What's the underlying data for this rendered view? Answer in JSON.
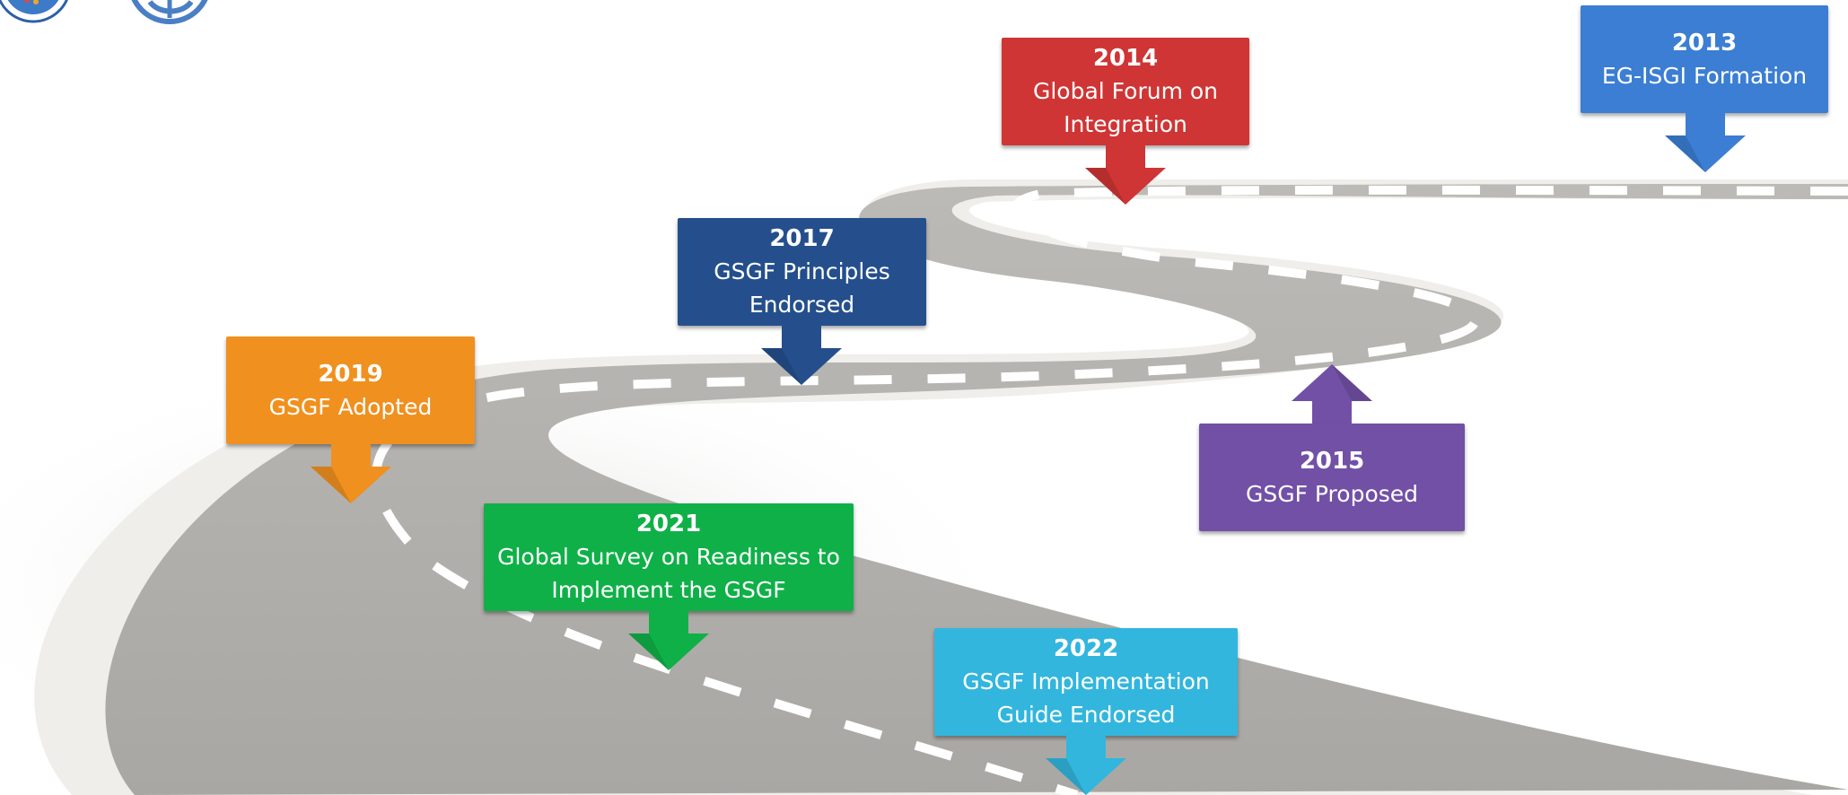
{
  "milestones": [
    {
      "id": "2013",
      "year": "2013",
      "label": "EG-ISGI Formation",
      "color": "#3b7ed3",
      "arrow": "down"
    },
    {
      "id": "2014",
      "year": "2014",
      "label": "Global Forum on\nIntegration",
      "color": "#cf3535",
      "arrow": "down"
    },
    {
      "id": "2015",
      "year": "2015",
      "label": "GSGF Proposed",
      "color": "#7250a6",
      "arrow": "up"
    },
    {
      "id": "2017",
      "year": "2017",
      "label": "GSGF Principles\nEndorsed",
      "color": "#244f8c",
      "arrow": "down"
    },
    {
      "id": "2019",
      "year": "2019",
      "label": "GSGF Adopted",
      "color": "#f0901f",
      "arrow": "down"
    },
    {
      "id": "2021",
      "year": "2021",
      "label": "Global Survey on Readiness to\nImplement the GSGF",
      "color": "#10b048",
      "arrow": "down"
    },
    {
      "id": "2022",
      "year": "2022",
      "label": "GSGF Implementation\nGuide Endorsed",
      "color": "#32b6dd",
      "arrow": "down"
    }
  ],
  "colors": {
    "road": "#b3b1ad",
    "road_shoulder": "#eceae7",
    "lane_dash": "#ffffff",
    "background": "#ffffff"
  },
  "logos": [
    {
      "name": "population-seal-logo"
    },
    {
      "name": "gsgf-circle-logo"
    }
  ]
}
